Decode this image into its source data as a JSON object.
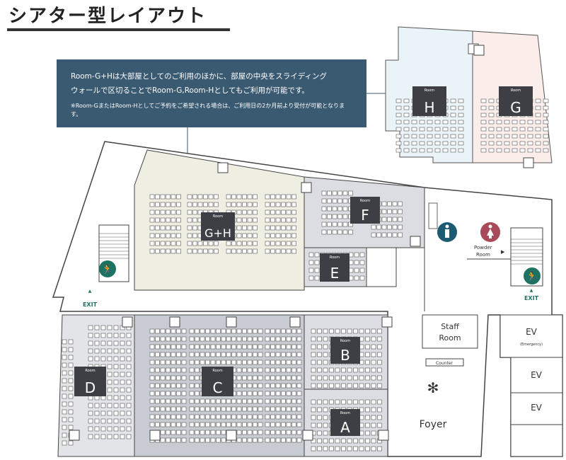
{
  "title": "シアター型レイアウト",
  "info": {
    "line1": "Room-G+Hは大部屋としてのご利用のほかに、部屋の中央をスライディング",
    "line2": "ウォールで区切ることでRoom-G,Room-Hとしてもご利用が可能です。",
    "note": "※Room-GまたはRoom-Hとしてご予約をご希望される場合は、ご利用日の2か月前より受付が可能となります。"
  },
  "rooms": {
    "small_label": "Room",
    "H": "H",
    "G": "G",
    "GH": "G+H",
    "F": "F",
    "E": "E",
    "D": "D",
    "C": "C",
    "B": "B",
    "A": "A"
  },
  "facilities": {
    "powder_room_1": "Powder",
    "powder_room_2": "Room",
    "staff_room_1": "Staff",
    "staff_room_2": "Room",
    "counter": "Counter",
    "foyer": "Foyer",
    "ev": "EV",
    "ev_emergency": "(Emergency)",
    "exit": "EXIT"
  },
  "colors": {
    "info_bg": "#3a5a72",
    "label_box": "#3d3f44",
    "exit_green": "#1e7262",
    "men": "#1d5b73",
    "women": "#a84a5a"
  }
}
